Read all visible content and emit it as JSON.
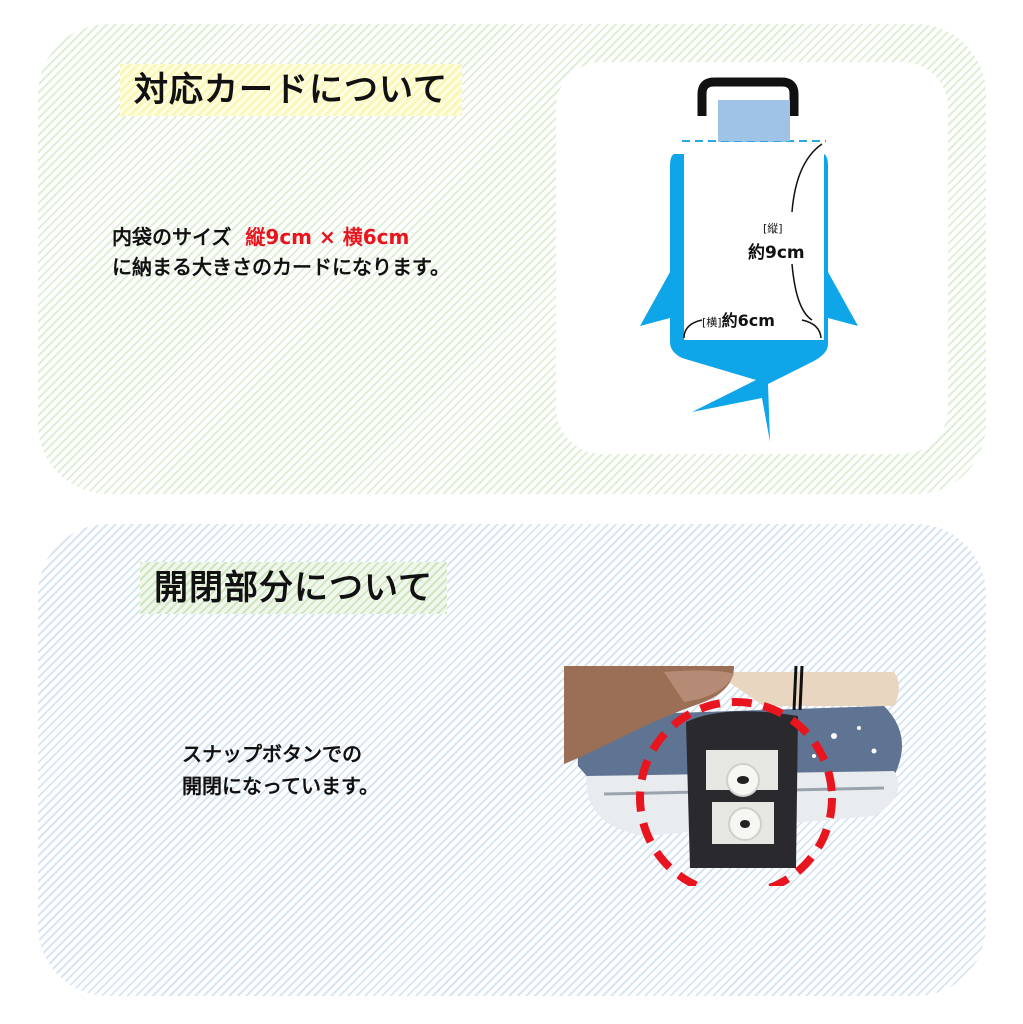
{
  "section_card": {
    "heading": "対応カードについて",
    "description_line1_prefix": "内袋のサイズ",
    "description_line1_tate": "縦9cm",
    "description_line1_times": "×",
    "description_line1_yoko": "横6cm",
    "description_line2": "に納まる大きさのカードになります。",
    "diagram": {
      "tate_bracket_label": "[縦]",
      "tate_value": "約9cm",
      "yoko_bracket_label": "[横]",
      "yoko_value": "約6cm",
      "colors": {
        "pouch_blue": "#0ea5e9",
        "card_blue": "#9fc3e6",
        "handle_black": "#111111",
        "dashed_line": "#29a8e0"
      }
    }
  },
  "section_closure": {
    "heading": "開閉部分について",
    "description_line1": "スナップボタンでの",
    "description_line2": "開閉になっています。",
    "photo": {
      "subject": "snap-button-closure-photo",
      "highlight_circle_color": "#e8141e"
    }
  },
  "colors": {
    "top_panel_stripe": "#dfeed6",
    "bottom_panel_stripe": "#d7e5f3",
    "heading_top_highlight": "#fbf7b6",
    "heading_bottom_highlight": "#cfe6bc",
    "accent_red": "#e8141e"
  }
}
